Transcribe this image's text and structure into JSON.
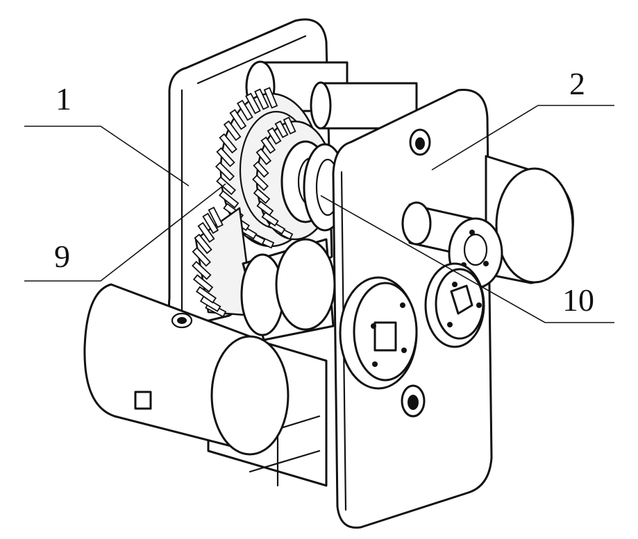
{
  "callouts": [
    {
      "id": "1",
      "label": "1"
    },
    {
      "id": "2",
      "label": "2"
    },
    {
      "id": "9",
      "label": "9"
    },
    {
      "id": "10",
      "label": "10"
    }
  ]
}
